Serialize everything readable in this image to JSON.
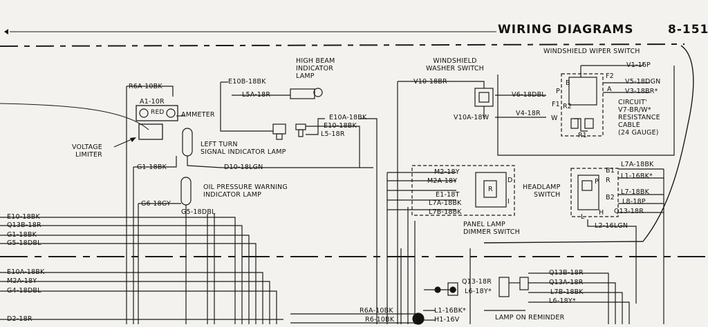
{
  "header": {
    "title": "WIRING DIAGRAMS",
    "page": "8-151"
  },
  "components": {
    "ammeter": "AMMETER",
    "voltage_limiter": "VOLTAGE\nLIMITER",
    "left_turn_lamp": "LEFT TURN\nSIGNAL INDICATOR LAMP",
    "oil_pressure_lamp": "OIL PRESSURE WARNING\nINDICATOR LAMP",
    "high_beam_lamp": "HIGH BEAM\nINDICATOR\nLAMP",
    "washer_switch": "WINDSHIELD\nWASHER SWITCH",
    "wiper_switch": "WINDSHIELD WIPER SWITCH",
    "circuit_note": "CIRCUIT'\nV7-BR/W*\nRESISTANCE\nCABLE\n(24 GAUGE)",
    "panel_dimmer": "PANEL LAMP\nDIMMER SWITCH",
    "headlamp_switch": "HEADLAMP\nSWITCH",
    "lamp_on_reminder": "LAMP ON REMINDER"
  },
  "ammeter_pins": {
    "a1": "A1-10R",
    "red": "RED"
  },
  "wires": {
    "r6a_10bk": "R6A-10BK",
    "e10b_18bk": "E10B-18BK",
    "l5a_18r": "L5A-18R",
    "e10a_18bk": "E10A-18BK",
    "e10_18bk": "E10-18BK",
    "l5_18r": "L5-18R",
    "g1_18bk": "G1-18BK",
    "d10_18lgn": "D10-18LGN",
    "g6_18gy": "G6-18GY",
    "g5_18dbl": "G5-18DBL",
    "v10_18br": "V10-18BR",
    "v10a_18w": "V10A-18W",
    "v6_18dbl": "V6-18DBL",
    "v4_18r": "V4-18R",
    "v1_16p": "V1-16P",
    "v5_18dgn": "V5-18DGN",
    "v3_18br": "V3-18BR*",
    "m2_18y": "M2-18Y",
    "m2a_18y": "M2A-18Y",
    "e1_18t": "E1-18T",
    "l7a_18bk_p": "L7A-18BK",
    "l7b_18bk_p": "L7B-18BK",
    "l7a_18bk_h": "L7A-18BK",
    "l1_16bk": "L1-16BK*",
    "l7_18bk": "L7-18BK",
    "l8_18p": "L8-18P",
    "q13_18r_h": "Q13-18R",
    "l2_16lgn": "L2-16LGN",
    "q13_18r": "Q13-18R",
    "l6_18y": "L6-18Y*",
    "q13b_18r": "Q13B-18R",
    "q13a_18r": "Q13A-18R",
    "l7b_18bk": "L7B-18BK",
    "l6_18y_b": "L6-18Y*",
    "r6a_10bk_b": "R6A-10BK",
    "r6_10bk": "R6-10BK",
    "l1_16bk_b": "L1-16BK*",
    "h1_16v": "H1-16V"
  },
  "left_bus": [
    "E10-18BK",
    "Q13B-18R",
    "G1-18BK",
    "G5-18DBL"
  ],
  "left_bus2": [
    "E10A-18BK",
    "M2A-18Y",
    "G4-18DBL"
  ],
  "left_bus3": [
    "D2-18R"
  ],
  "switch_pins": {
    "b": "B",
    "p": "P",
    "f2": "F2",
    "a": "A",
    "f1": "F1",
    "r2": "R2",
    "w": "W",
    "r1": "R1",
    "hb1": "B1",
    "hp": "P",
    "hr": "R",
    "hb2": "B2",
    "hh": "H",
    "hl": "L",
    "pd": "D",
    "pr": "R",
    "pi": "I"
  }
}
